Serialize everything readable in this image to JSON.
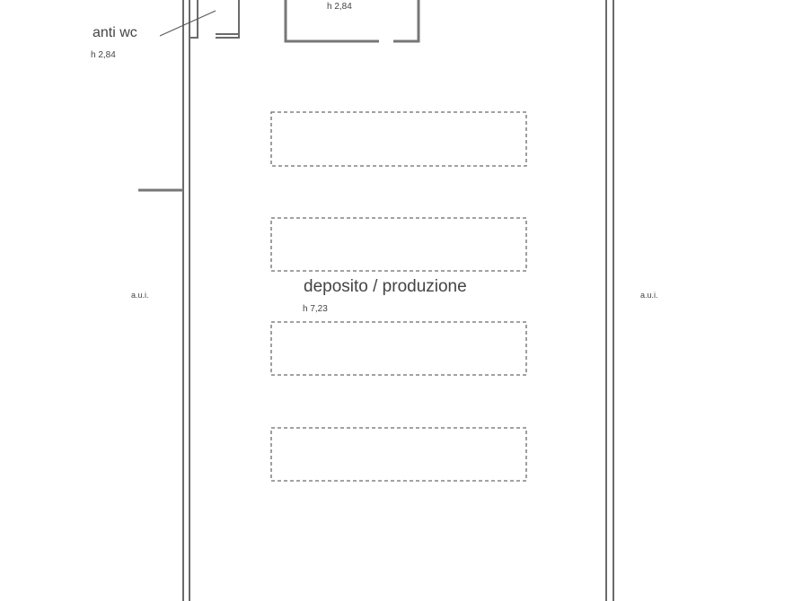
{
  "plan": {
    "rooms": {
      "anti_wc": {
        "name": "anti wc",
        "height": "h 2,84"
      },
      "top_room": {
        "height": "h 2,84"
      },
      "main": {
        "name": "deposito / produzione",
        "height": "h 7,23"
      }
    },
    "neighbors": {
      "left": "a.u.i.",
      "right": "a.u.i."
    }
  }
}
